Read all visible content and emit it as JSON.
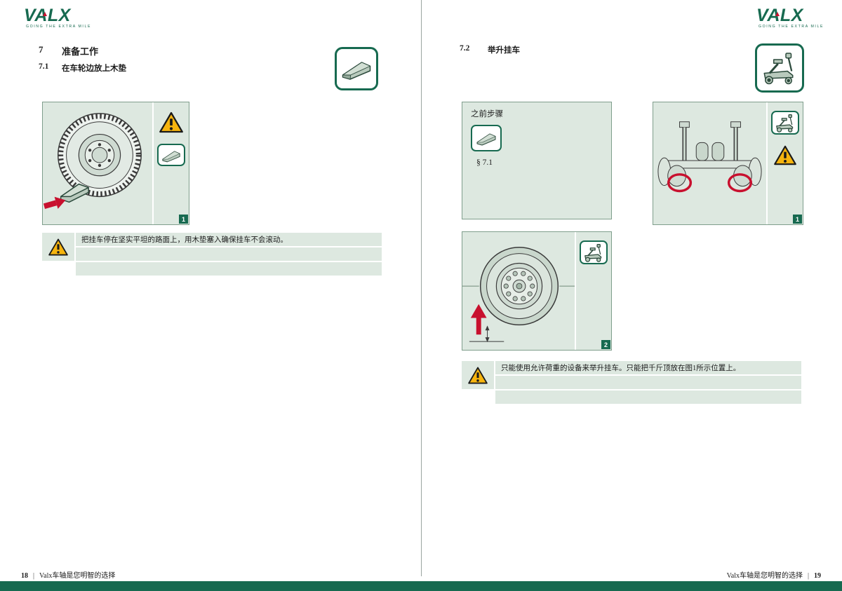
{
  "brand": {
    "logo_text": "VALX",
    "tagline": "GOING THE EXTRA MILE",
    "colors": {
      "green": "#176a50",
      "panel_green": "#dde8e0",
      "warning_yellow": "#f6b40e",
      "arrow_red": "#c8102e"
    }
  },
  "left_page": {
    "section": {
      "number": "7",
      "title": "准备工作"
    },
    "subsection": {
      "number": "7.1",
      "title": "在车轮边放上木垫"
    },
    "figure": {
      "badge": "1"
    },
    "note": {
      "text": "把挂车停在坚实平坦的路面上，用木垫塞入确保挂车不会滚动。"
    },
    "footer": {
      "page_number": "18",
      "separator": "|",
      "slogan": "Valx车轴是您明智的选择"
    }
  },
  "right_page": {
    "subsection": {
      "number": "7.2",
      "title": "举升挂车"
    },
    "prev_steps": {
      "title": "之前步骤",
      "reference": "§ 7.1"
    },
    "figure1": {
      "badge": "1"
    },
    "figure2": {
      "badge": "2"
    },
    "note": {
      "text": "只能使用允许荷重的设备来举升挂车。只能把千斤顶放在图1所示位置上。"
    },
    "footer": {
      "slogan": "Valx车轴是您明智的选择",
      "separator": "|",
      "page_number": "19"
    }
  }
}
